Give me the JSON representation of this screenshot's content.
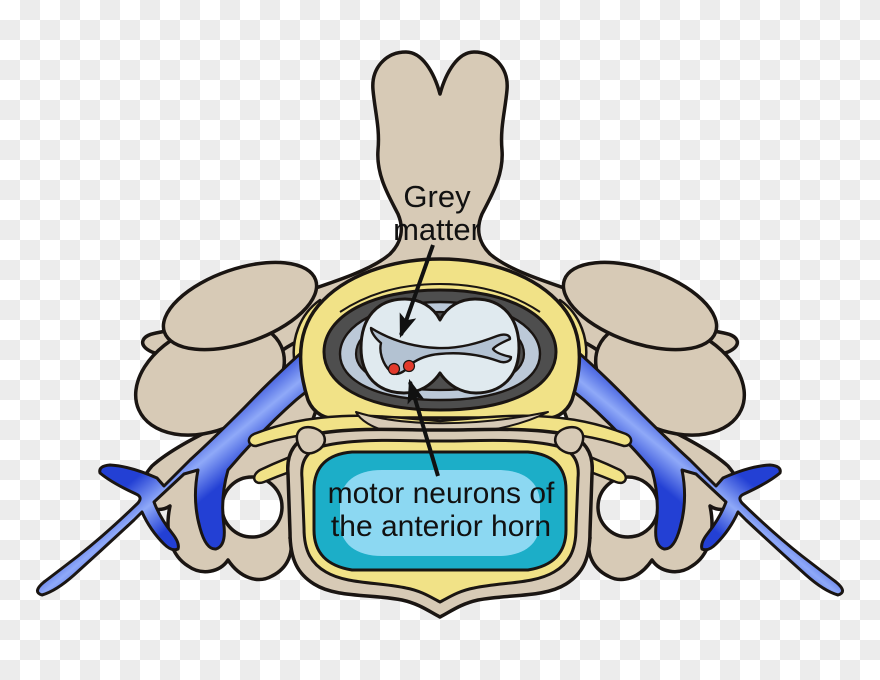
{
  "diagram": {
    "subject": "cervical vertebra cross-section with spinal cord and spinal nerves",
    "labels": {
      "grey_matter": {
        "line1": "Grey",
        "line2": "matter"
      },
      "motor_neurons": {
        "line1": "motor neurons of",
        "line2": "the anterior horn"
      }
    },
    "colors": {
      "checker_light": "#ffffff",
      "checker_dark": "#ececec",
      "bone": "#d7cab6",
      "outline": "#1a1512",
      "ligament_yellow": "#f1e287",
      "canal_dark": "#4e4e4e",
      "meninges_blue_grey": "#bcc9d8",
      "cord_white_matter": "#e0eaef",
      "grey_matter_fill": "#b3c2d2",
      "motor_neuron_red": "#e23a2c",
      "motor_neuron_edge": "#8c1a10",
      "nerve_edge_blue": "#2340d4",
      "nerve_core_blue": "#8fa9f8",
      "body_teal": "#1caec8",
      "body_inner_cyan": "#8cd8f2",
      "label_text": "#111111"
    }
  }
}
